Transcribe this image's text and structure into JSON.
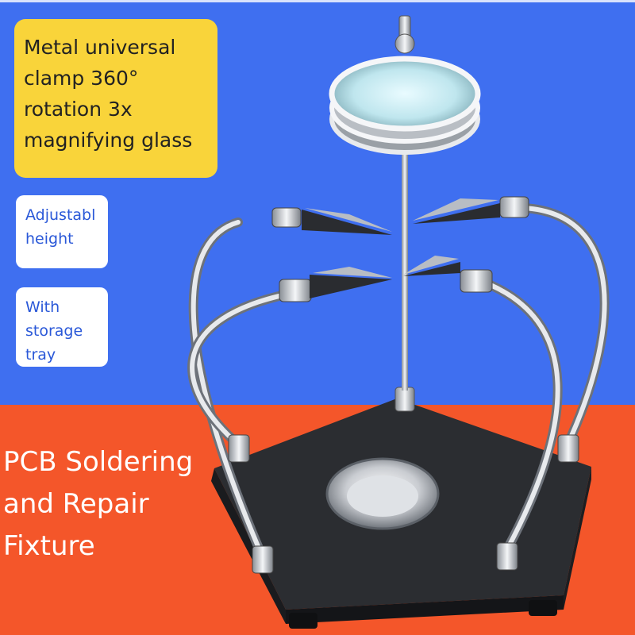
{
  "colors": {
    "background_top": "#3f6ff0",
    "background_bottom": "#f4562a",
    "callout_yellow": "#f9d43a",
    "callout_text": "#2a58d8",
    "caption_text": "#ffffff"
  },
  "callouts": {
    "main_feature": [
      "Metal universal",
      "clamp 360°",
      "rotation 3x",
      "magnifying glass"
    ],
    "height": [
      "Adjustabl",
      "height"
    ],
    "tray": [
      "With",
      "storage",
      "tray"
    ]
  },
  "caption": [
    "PCB Soldering",
    "and Repair",
    "Fixture"
  ],
  "product": {
    "icons": [
      "magnifier-icon",
      "alligator-clip-icon",
      "storage-tray-icon",
      "flexible-arm-icon",
      "base-plate-icon"
    ]
  }
}
